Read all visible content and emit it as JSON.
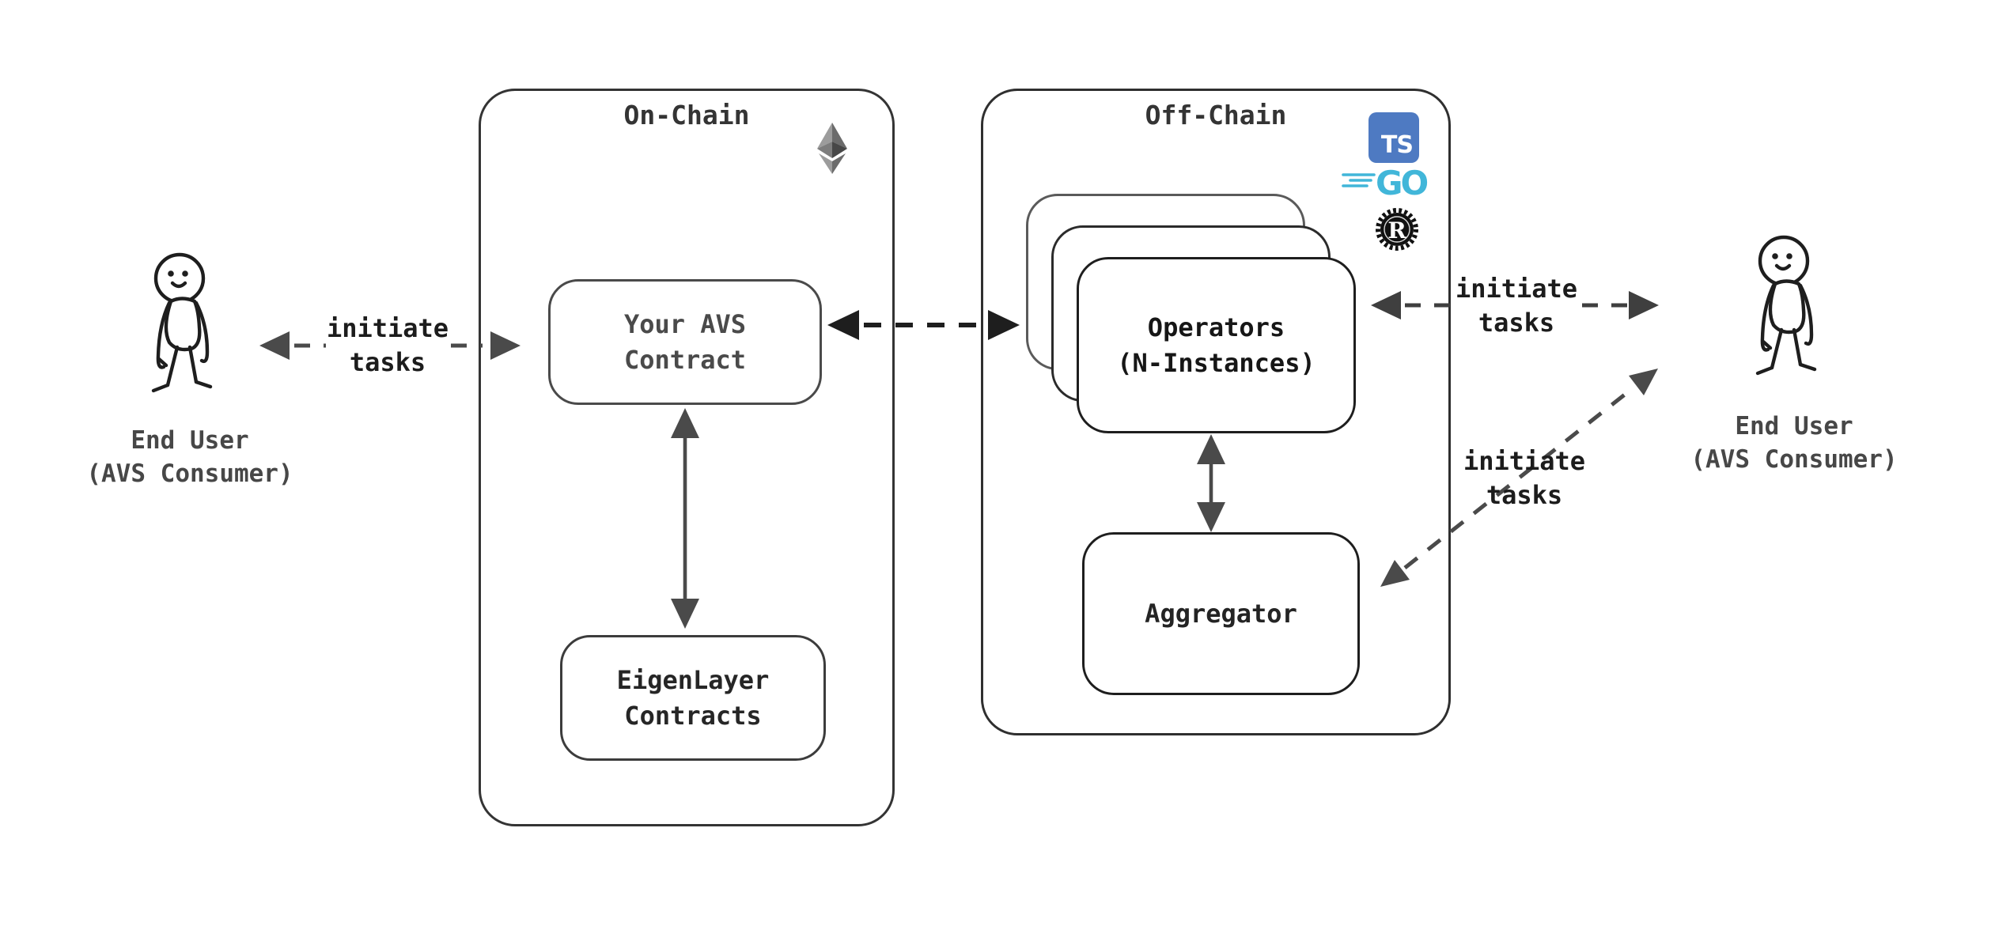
{
  "diagram": {
    "onchain": {
      "title": "On-Chain",
      "avs_contract": {
        "line1": "Your AVS",
        "line2": "Contract"
      },
      "eigenlayer": {
        "line1": "EigenLayer",
        "line2": "Contracts"
      }
    },
    "offchain": {
      "title": "Off-Chain",
      "operators": {
        "line1": "Operators",
        "line2": "(N-Instances)"
      },
      "aggregator": {
        "label": "Aggregator"
      },
      "lang_icons": {
        "ts": "TS",
        "go": "GO",
        "rust": "R"
      }
    },
    "actors": {
      "left": {
        "line1": "End User",
        "line2": "(AVS Consumer)"
      },
      "right": {
        "line1": "End User",
        "line2": "(AVS Consumer)"
      }
    },
    "labels": {
      "left_arrow": {
        "line1": "initiate",
        "line2": "tasks"
      },
      "right_top_arrow": {
        "line1": "initiate",
        "line2": "tasks"
      },
      "right_bottom_arrow": {
        "line1": "initiate",
        "line2": "tasks"
      }
    },
    "colors": {
      "stroke_dark": "#1e1e1e",
      "stroke_gray": "#4a4a4a",
      "container_border": "#343434",
      "text_gray": "#4a4a4a",
      "text_dark": "#1c1c1c",
      "typescript_blue": "#4e7ac2",
      "go_blue": "#41b6d9",
      "rust_black": "#111111",
      "background": "#ffffff"
    }
  }
}
